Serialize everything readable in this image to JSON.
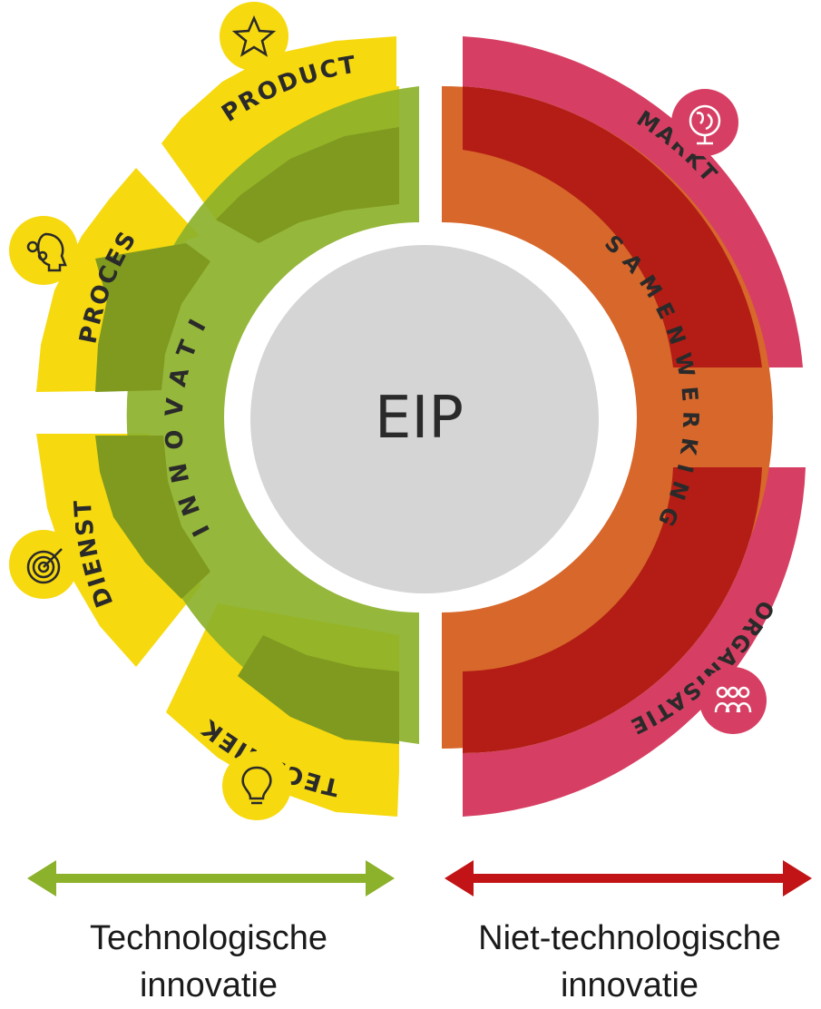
{
  "center": {
    "label": "EIP"
  },
  "left_half": {
    "inner_label": "INNOVATIE",
    "segments": [
      {
        "label": "PRODUCT",
        "icon": "star-icon"
      },
      {
        "label": "PROCES",
        "icon": "head-gears-icon"
      },
      {
        "label": "DIENST",
        "icon": "target-icon"
      },
      {
        "label": "TECHNIEK",
        "icon": "lightbulb-icon"
      }
    ],
    "caption_line1": "Technologische",
    "caption_line2": "innovatie",
    "arrow_color": "#8cb12a"
  },
  "right_half": {
    "inner_label": "SAMENWERKING",
    "segments": [
      {
        "label": "MARKT",
        "icon": "globe-icon"
      },
      {
        "label": "ORGANISATIE",
        "icon": "people-icon"
      }
    ],
    "caption_line1": "Niet-technologische",
    "caption_line2": "innovatie",
    "arrow_color": "#c21416"
  },
  "colors": {
    "yellow": "#f6d90f",
    "green": "#8cb12a",
    "dark_green": "#7f9a1f",
    "orange": "#d7672a",
    "pink": "#d63f63",
    "dark_red": "#b31d15",
    "grey": "#d5d5d5"
  }
}
